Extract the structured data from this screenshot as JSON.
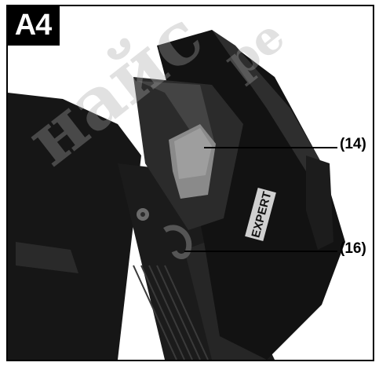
{
  "figure": {
    "badge": "A4"
  },
  "callouts": [
    {
      "label": "(14)"
    },
    {
      "label": "(16)"
    }
  ],
  "product_print": {
    "brand_text": "EXPERT"
  },
  "watermark": {
    "text_1": "найс",
    "text_2": "ре"
  },
  "colors": {
    "frame": "#000000",
    "badge_bg": "#000000",
    "badge_text": "#ffffff",
    "tool_body": "#111111",
    "tool_highlight": "#4a4a4a",
    "release_button": "#8a8a8a"
  }
}
